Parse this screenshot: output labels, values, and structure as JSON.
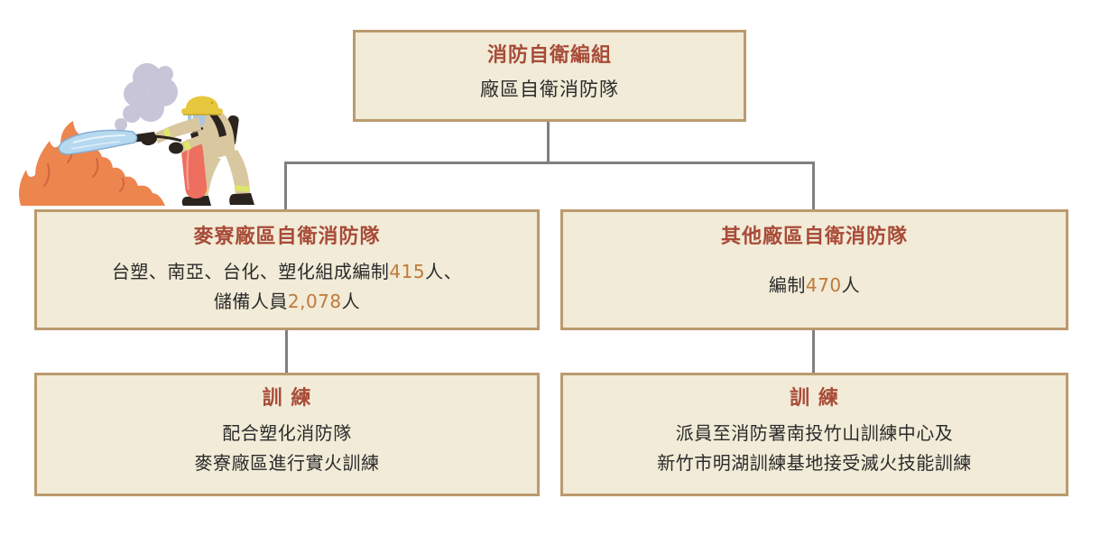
{
  "colors": {
    "page_bg": "#ffffff",
    "box_bg": "#f1ebd7",
    "box_border": "#bb9a6d",
    "title_color": "#a84b38",
    "body_color": "#2b2b2b",
    "highlight_color": "#c07a3a",
    "connector_color": "#7f8082"
  },
  "nodes": {
    "root": {
      "title": "消防自衛編組",
      "subtitle": "廠區自衛消防隊"
    },
    "mailiao": {
      "title": "麥寮廠區自衛消防隊",
      "line1_text": "台塑、南亞、台化、塑化組成編制",
      "line1_number": "415",
      "line1_tail": "人、",
      "line2_text": "儲備人員",
      "line2_number": "2,078",
      "line2_tail": "人"
    },
    "other": {
      "title": "其他廠區自衛消防隊",
      "line_text": "編制",
      "line_number": "470",
      "line_tail": "人"
    },
    "mailiao_training": {
      "title": "訓 練",
      "line1": "配合塑化消防隊",
      "line2": "麥寮廠區進行實火訓練"
    },
    "other_training": {
      "title": "訓 練",
      "line1": "派員至消防署南投竹山訓練中心及",
      "line2": "新竹市明湖訓練基地接受滅火技能訓練"
    }
  },
  "illustration": {
    "name": "firefighter-extinguishing-fire",
    "elements": [
      "flame",
      "smoke",
      "water-spray",
      "firefighter",
      "fire-extinguisher"
    ]
  }
}
